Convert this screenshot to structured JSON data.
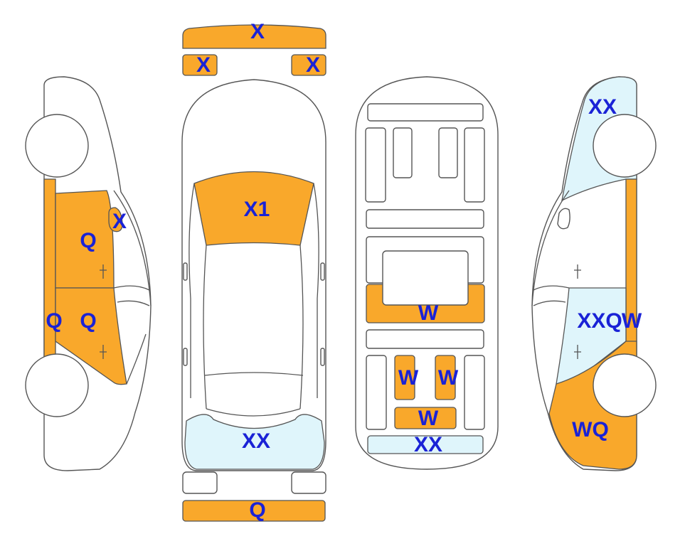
{
  "colors": {
    "damage_orange": "#F9A82B",
    "damage_light_blue": "#DFF5FB",
    "label_blue": "#1a22d6",
    "outline": "#555555"
  },
  "labels": {
    "front_bumper": "X",
    "front_left_light": "X",
    "front_right_light": "X",
    "hood": "X1",
    "rear_window_top": "XX",
    "rear_bumper": "Q",
    "left_mirror": "X",
    "left_front_door": "Q",
    "left_rear_door": "Q",
    "left_sill": "Q",
    "right_front_fender": "XX",
    "right_rear_door": "XXQ",
    "right_sill": "W",
    "right_rear_quarter": "WQ",
    "interior_rear_bench": "W",
    "interior_trunk_left": "W",
    "interior_trunk_right": "W",
    "interior_trunk_bottom": "W",
    "interior_rear_edge": "XX"
  }
}
